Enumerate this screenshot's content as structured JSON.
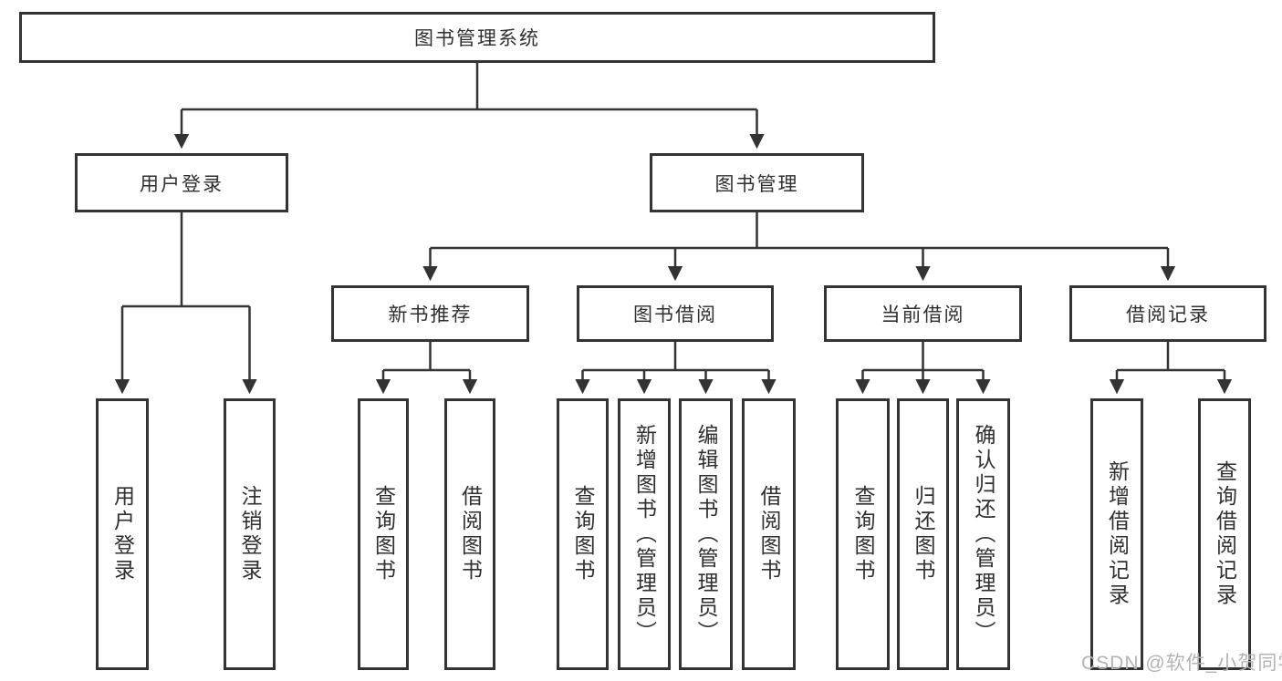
{
  "colors": {
    "line": "#333333",
    "text": "#2f2f2f",
    "watermark": "#b3b3b3"
  },
  "watermark": {
    "text": "CSDN @软件_小贺同学"
  },
  "tree": {
    "root": {
      "label": "图书管理系统"
    },
    "branches": [
      {
        "label": "用户登录",
        "children": [
          {
            "label": "用户登录"
          },
          {
            "label": "注销登录"
          }
        ]
      },
      {
        "label": "图书管理",
        "groups": [
          {
            "label": "新书推荐",
            "children": [
              {
                "label": "查询图书"
              },
              {
                "label": "借阅图书"
              }
            ]
          },
          {
            "label": "图书借阅",
            "children": [
              {
                "label": "查询图书"
              },
              {
                "label": "新增图书（管理员）"
              },
              {
                "label": "编辑图书（管理员）"
              },
              {
                "label": "借阅图书"
              }
            ]
          },
          {
            "label": "当前借阅",
            "children": [
              {
                "label": "查询图书"
              },
              {
                "label": "归还图书"
              },
              {
                "label": "确认归还（管理员）"
              }
            ]
          },
          {
            "label": "借阅记录",
            "children": [
              {
                "label": "新增借阅记录"
              },
              {
                "label": "查询借阅记录"
              }
            ]
          }
        ]
      }
    ]
  }
}
